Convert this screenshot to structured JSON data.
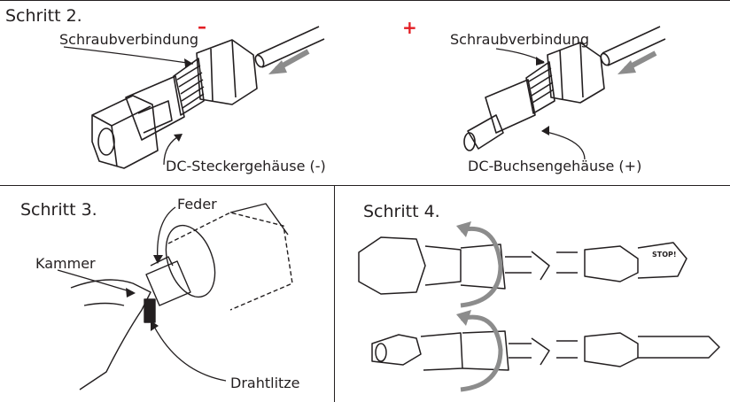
{
  "panels": {
    "step2": {
      "title": "Schritt 2.",
      "minus_sign": "–",
      "plus_sign": "+",
      "left_screw_label": "Schraubverbindung",
      "right_screw_label": "Schraubverbindung",
      "left_housing_label": "DC-Steckergehäuse (-)",
      "right_housing_label": "DC-Buchsengehäuse (+)"
    },
    "step3": {
      "title": "Schritt 3.",
      "spring_label": "Feder",
      "chamber_label": "Kammer",
      "wire_label": "Drahtlitze"
    },
    "step4": {
      "title": "Schritt 4.",
      "stop_text": "STOP!"
    }
  },
  "colors": {
    "line": "#231f20",
    "accent_red": "#e31e24",
    "arrow_grey": "#8c8c8c"
  }
}
